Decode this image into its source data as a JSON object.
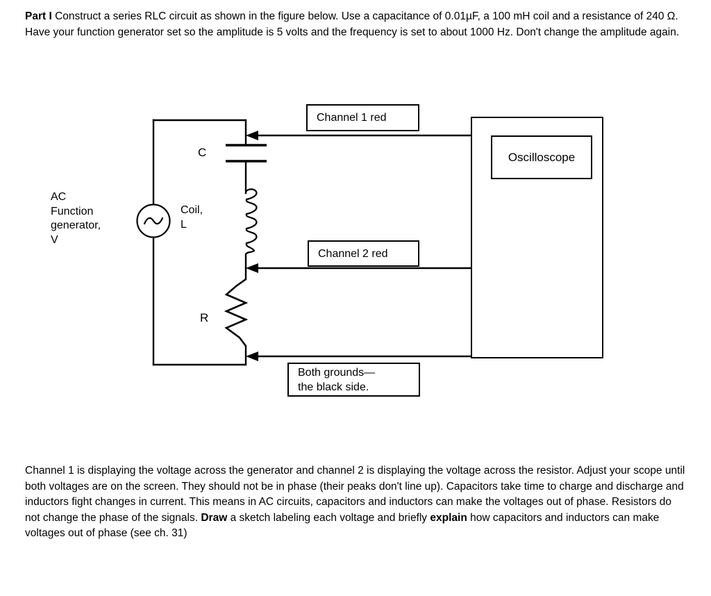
{
  "document": {
    "intro": {
      "lead_label": "Part I",
      "text": " Construct a series RLC circuit as shown in the figure below. Use a capacitance of 0.01µF, a 100 mH coil and a resistance of 240 Ω. Have your function generator set so the amplitude is 5 volts and the frequency is set to about 1000 Hz. Don't change the amplitude again."
    },
    "closing": {
      "text_part1": "Channel 1 is displaying the voltage across the generator and channel 2 is displaying the voltage across the resistor.  Adjust your scope until both voltages are on the screen.  They should not be in phase (their peaks don't line up).  Capacitors take time to charge and discharge and inductors fight changes in current. This means in AC circuits, capacitors and inductors can make the voltages out of phase. Resistors do not change the phase of the signals. ",
      "bold1": "Draw",
      "text_part2": " a sketch labeling each voltage and briefly ",
      "bold2": "explain",
      "text_part3": " how capacitors and inductors can make voltages out of phase (see ch. 31)"
    }
  },
  "diagram": {
    "source_label": "AC\nFunction\ngenerator,\nV",
    "capacitor_label": "C",
    "inductor_label": "Coil,\nL",
    "resistor_label": "R",
    "callouts": {
      "channel1": "Channel 1 red",
      "channel2": "Channel 2 red",
      "grounds_line1": "Both grounds—",
      "grounds_line2": "the black side."
    },
    "instrument": {
      "name": "Oscilloscope"
    },
    "colors": {
      "stroke": "#000000",
      "background": "#ffffff"
    }
  }
}
